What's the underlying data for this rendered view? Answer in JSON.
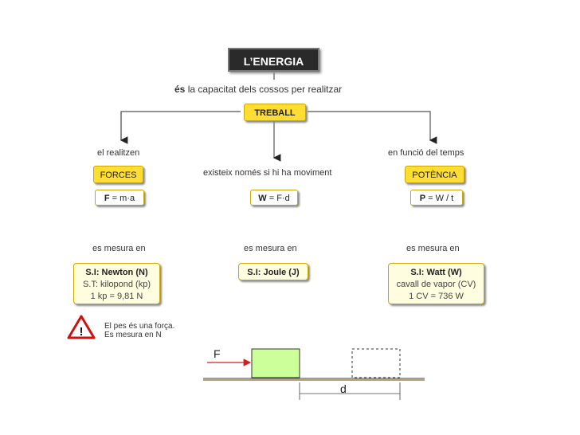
{
  "title": "L’ENERGIA",
  "definition": {
    "bold": "és",
    "rest": "la capacitat dels cossos per realitzar"
  },
  "treball": "TREBALL",
  "left": {
    "connector": "el realitzen",
    "concept": "FORCES",
    "formula_var": "F",
    "formula_rest": "= m·a",
    "measure_label": "es mesura en",
    "units": [
      "S.I: Newton (N)",
      "S.T: kilopond (kp)",
      "1 kp = 9,81 N"
    ]
  },
  "center": {
    "connector": "existeix només si hi ha moviment",
    "formula_var": "W",
    "formula_rest": "= F·d",
    "measure_label": "es mesura en",
    "units": [
      "S.I: Joule (J)"
    ]
  },
  "right": {
    "connector": "en funció del temps",
    "concept": "POTÈNCIA",
    "formula_var": "P",
    "formula_rest": "= W / t",
    "measure_label": "es mesura en",
    "units": [
      "S.I: Watt (W)",
      "cavall de vapor (CV)",
      "1 CV = 736 W"
    ]
  },
  "warning": {
    "line1": "El pes és una força.",
    "line2": "Es mesura en N"
  },
  "illustration": {
    "force_label": "F",
    "distance_label": "d"
  },
  "colors": {
    "yellow": "#ffdd33",
    "block_green": "#ccff99",
    "arrow_red": "#cc2222",
    "title_bg": "#2a2a2a"
  }
}
